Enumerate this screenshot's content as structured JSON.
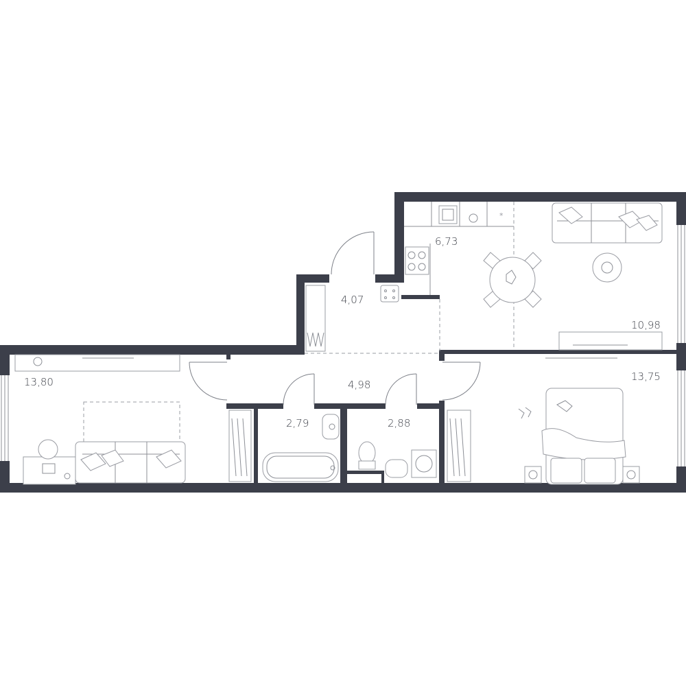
{
  "rooms": {
    "hall_entry": "4,07",
    "kitchen": "6,73",
    "living_right": "10,98",
    "bedroom_left": "13,80",
    "corridor": "4,98",
    "bathroom": "2,79",
    "toilet": "2,88",
    "bedroom_right": "13,75"
  },
  "colors": {
    "wall": "#3c3f4a",
    "furniture_line": "#9a9ca3",
    "text": "#3c3f47"
  }
}
